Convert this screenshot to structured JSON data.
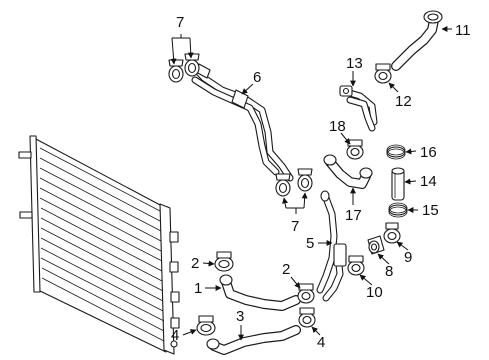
{
  "callouts": {
    "c1": "1",
    "c2a": "2",
    "c2b": "2",
    "c3": "3",
    "c4a": "4",
    "c4b": "4",
    "c5": "5",
    "c6": "6",
    "c7a": "7",
    "c7b": "7",
    "c8": "8",
    "c9": "9",
    "c10": "10",
    "c11": "11",
    "c12": "12",
    "c13": "13",
    "c14": "14",
    "c15": "15",
    "c16": "16",
    "c17": "17",
    "c18": "18"
  },
  "colors": {
    "line": "#1a1a1a",
    "background": "#ffffff"
  }
}
